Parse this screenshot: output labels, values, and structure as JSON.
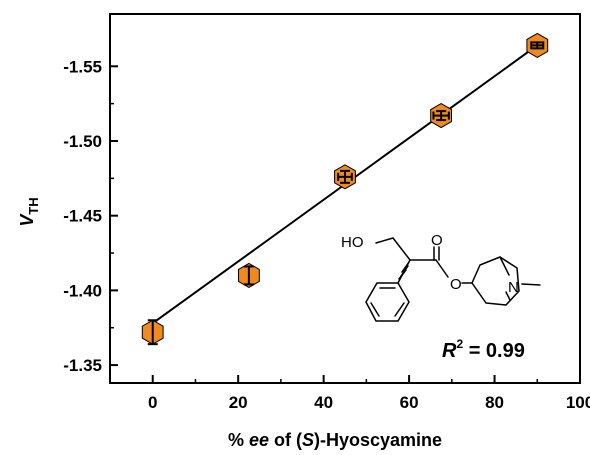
{
  "chart_data": {
    "type": "scatter",
    "x": [
      0,
      22.5,
      45,
      67.5,
      90
    ],
    "y": [
      -1.372,
      -1.41,
      -1.476,
      -1.517,
      -1.564
    ],
    "y_err": [
      0.008,
      0.006,
      0.004,
      0.003,
      0.002
    ],
    "x_err": [
      0,
      0,
      1.6,
      1.8,
      1.4
    ],
    "fit_line": {
      "x": [
        0,
        90
      ],
      "y": [
        -1.378,
        -1.564
      ]
    },
    "xlabel": {
      "prefix": "% ",
      "ee": "ee",
      "mid": " of (",
      "s": "S",
      "suffix": ")-Hyoscyamine"
    },
    "ylabel": {
      "main": "V",
      "sub": "TH"
    },
    "xlim": [
      -10,
      100
    ],
    "ylim": [
      -1.338,
      -1.585
    ],
    "x_ticks": [
      0,
      20,
      40,
      60,
      80,
      100
    ],
    "y_ticks": [
      -1.35,
      -1.4,
      -1.45,
      -1.5,
      -1.55
    ],
    "y_tick_labels": [
      "-1.35",
      "-1.40",
      "-1.45",
      "-1.50",
      "-1.55"
    ],
    "annotation": {
      "r_sym": "R",
      "sup": "2",
      "text": " = 0.99"
    },
    "molecule_labels": {
      "hydroxyl": "HO",
      "carbonyl_o": "O",
      "ester_o": "O",
      "nitrogen": "N"
    },
    "marker": "hexagon",
    "marker_color": "#F08A1E",
    "marker_edge_color": "#000000",
    "grid": false
  }
}
